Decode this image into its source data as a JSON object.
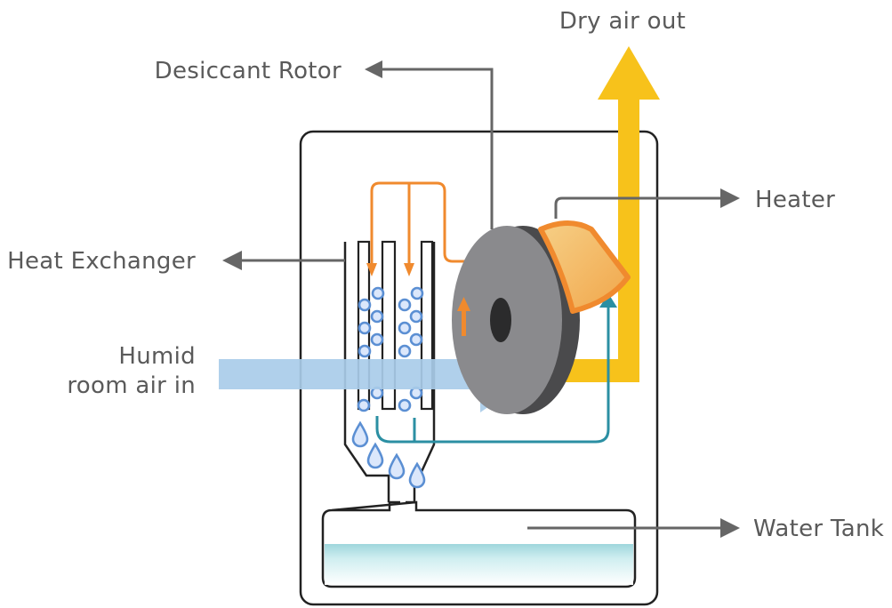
{
  "labels": {
    "dry_air_out": "Dry air out",
    "desiccant_rotor": "Desiccant Rotor",
    "heater": "Heater",
    "heat_exchanger": "Heat Exchanger",
    "humid_line1": "Humid",
    "humid_line2": "room air in",
    "water_tank": "Water Tank"
  },
  "colors": {
    "dry_air": "#f7c21b",
    "humid_air": "#a9cce9",
    "process_heat": "#f08a2e",
    "condensate_loop": "#2b8fa3",
    "rotor": "#8a8a8d",
    "rotor_dark": "#4a4a4c",
    "outline": "#222222",
    "leader": "#666666",
    "bubble": "#5b8fd3",
    "water": "#bfe6e8"
  }
}
